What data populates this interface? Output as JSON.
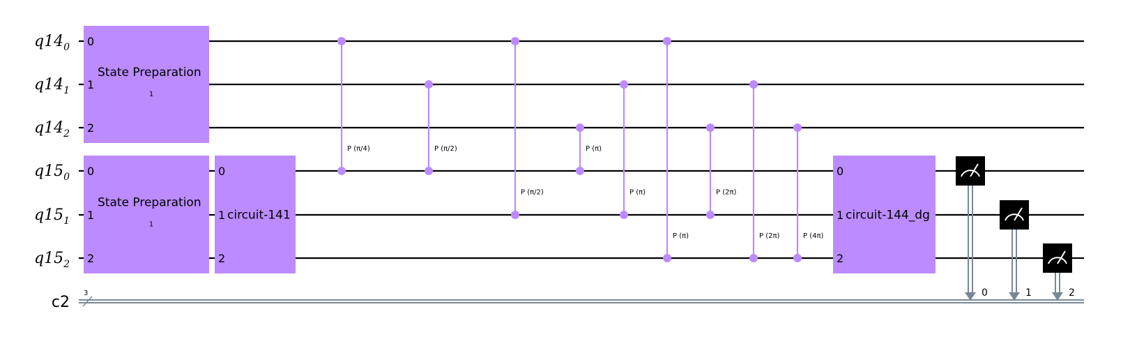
{
  "colors": {
    "gate": "#bb8bff",
    "wire": "#000000",
    "classical": "#778899",
    "measure_bg": "#000000",
    "measure_fg": "#ffffff"
  },
  "registers": {
    "quantum": [
      {
        "name": "q14",
        "index": "0"
      },
      {
        "name": "q14",
        "index": "1"
      },
      {
        "name": "q14",
        "index": "2"
      },
      {
        "name": "q15",
        "index": "0"
      },
      {
        "name": "q15",
        "index": "1"
      },
      {
        "name": "q15",
        "index": "2"
      }
    ],
    "classical": {
      "name": "c2",
      "width": "3"
    }
  },
  "blocks": [
    {
      "id": "state-prep-q14",
      "label": "State Preparation",
      "sublabel": "1",
      "wires": [
        0,
        2
      ],
      "ports": [
        "0",
        "1",
        "2"
      ]
    },
    {
      "id": "state-prep-q15",
      "label": "State Preparation",
      "sublabel": "1",
      "wires": [
        3,
        5
      ],
      "ports": [
        "0",
        "1",
        "2"
      ]
    },
    {
      "id": "circuit-141",
      "label": "circuit-141",
      "sublabel": "",
      "wires": [
        3,
        5
      ],
      "ports": [
        "0",
        "1",
        "2"
      ]
    },
    {
      "id": "circuit-144-dg",
      "label": "circuit-144_dg",
      "sublabel": "",
      "wires": [
        3,
        5
      ],
      "ports": [
        "0",
        "1",
        "2"
      ]
    }
  ],
  "cphase_gates": [
    {
      "control": 0,
      "target": 3,
      "label": "P (π/4)"
    },
    {
      "control": 1,
      "target": 3,
      "label": "P (π/2)"
    },
    {
      "control": 0,
      "target": 4,
      "label": "P (π/2)"
    },
    {
      "control": 2,
      "target": 3,
      "label": "P (π)"
    },
    {
      "control": 1,
      "target": 4,
      "label": "P (π)"
    },
    {
      "control": 0,
      "target": 5,
      "label": "P (π)"
    },
    {
      "control": 2,
      "target": 4,
      "label": "P (2π)"
    },
    {
      "control": 1,
      "target": 5,
      "label": "P (2π)"
    },
    {
      "control": 2,
      "target": 5,
      "label": "P (4π)"
    }
  ],
  "measurements": [
    {
      "wire": 3,
      "cbit": "0"
    },
    {
      "wire": 4,
      "cbit": "1"
    },
    {
      "wire": 5,
      "cbit": "2"
    }
  ]
}
